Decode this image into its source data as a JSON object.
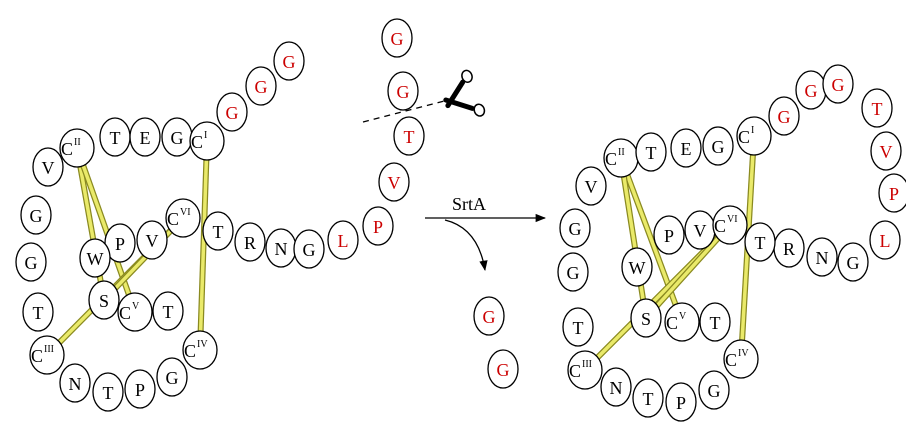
{
  "colors": {
    "black": "#000000",
    "red": "#cc0000",
    "bond_fill": "#eaea6a",
    "bond_stroke": "#8a8a20"
  },
  "arrow_label": "SrtA",
  "scissors_icon": "scissors-icon",
  "left_peptide": [
    {
      "letter": "V",
      "color": "black"
    },
    {
      "letter": "C",
      "sup": "II",
      "color": "black"
    },
    {
      "letter": "T",
      "color": "black"
    },
    {
      "letter": "E",
      "color": "black"
    },
    {
      "letter": "G",
      "color": "black"
    },
    {
      "letter": "C",
      "sup": "I",
      "color": "black"
    },
    {
      "letter": "G",
      "color": "red"
    },
    {
      "letter": "G",
      "color": "red"
    },
    {
      "letter": "G",
      "color": "red"
    },
    {
      "letter": "G",
      "color": "black"
    },
    {
      "letter": "G",
      "color": "black"
    },
    {
      "letter": "T",
      "color": "black"
    },
    {
      "letter": "C",
      "sup": "III",
      "color": "black"
    },
    {
      "letter": "N",
      "color": "black"
    },
    {
      "letter": "T",
      "color": "black"
    },
    {
      "letter": "P",
      "color": "black"
    },
    {
      "letter": "G",
      "color": "black"
    },
    {
      "letter": "C",
      "sup": "IV",
      "color": "black"
    },
    {
      "letter": "P",
      "color": "black"
    },
    {
      "letter": "V",
      "color": "black"
    },
    {
      "letter": "C",
      "sup": "VI",
      "color": "black"
    },
    {
      "letter": "W",
      "color": "black"
    },
    {
      "letter": "S",
      "color": "black"
    },
    {
      "letter": "C",
      "sup": "V",
      "color": "black"
    },
    {
      "letter": "T",
      "color": "black"
    },
    {
      "letter": "T",
      "color": "black"
    },
    {
      "letter": "R",
      "color": "black"
    },
    {
      "letter": "N",
      "color": "black"
    },
    {
      "letter": "G",
      "color": "black"
    },
    {
      "letter": "L",
      "color": "red"
    },
    {
      "letter": "P",
      "color": "red"
    },
    {
      "letter": "V",
      "color": "red"
    },
    {
      "letter": "T",
      "color": "red"
    },
    {
      "letter": "G",
      "color": "red"
    },
    {
      "letter": "G",
      "color": "red"
    }
  ],
  "released_fragment": [
    {
      "letter": "G",
      "color": "red"
    },
    {
      "letter": "G",
      "color": "red"
    }
  ],
  "right_peptide": [
    {
      "letter": "V",
      "color": "black"
    },
    {
      "letter": "C",
      "sup": "II",
      "color": "black"
    },
    {
      "letter": "T",
      "color": "black"
    },
    {
      "letter": "E",
      "color": "black"
    },
    {
      "letter": "G",
      "color": "black"
    },
    {
      "letter": "C",
      "sup": "I",
      "color": "black"
    },
    {
      "letter": "G",
      "color": "red"
    },
    {
      "letter": "G",
      "color": "red"
    },
    {
      "letter": "G",
      "color": "red"
    },
    {
      "letter": "T",
      "color": "red"
    },
    {
      "letter": "V",
      "color": "red"
    },
    {
      "letter": "P",
      "color": "red"
    },
    {
      "letter": "L",
      "color": "red"
    },
    {
      "letter": "G",
      "color": "black"
    },
    {
      "letter": "N",
      "color": "black"
    },
    {
      "letter": "R",
      "color": "black"
    },
    {
      "letter": "T",
      "color": "black"
    },
    {
      "letter": "G",
      "color": "black"
    },
    {
      "letter": "G",
      "color": "black"
    },
    {
      "letter": "T",
      "color": "black"
    },
    {
      "letter": "C",
      "sup": "III",
      "color": "black"
    },
    {
      "letter": "N",
      "color": "black"
    },
    {
      "letter": "T",
      "color": "black"
    },
    {
      "letter": "P",
      "color": "black"
    },
    {
      "letter": "G",
      "color": "black"
    },
    {
      "letter": "C",
      "sup": "IV",
      "color": "black"
    },
    {
      "letter": "P",
      "color": "black"
    },
    {
      "letter": "V",
      "color": "black"
    },
    {
      "letter": "C",
      "sup": "VI",
      "color": "black"
    },
    {
      "letter": "W",
      "color": "black"
    },
    {
      "letter": "S",
      "color": "black"
    },
    {
      "letter": "C",
      "sup": "V",
      "color": "black"
    },
    {
      "letter": "T",
      "color": "black"
    }
  ]
}
